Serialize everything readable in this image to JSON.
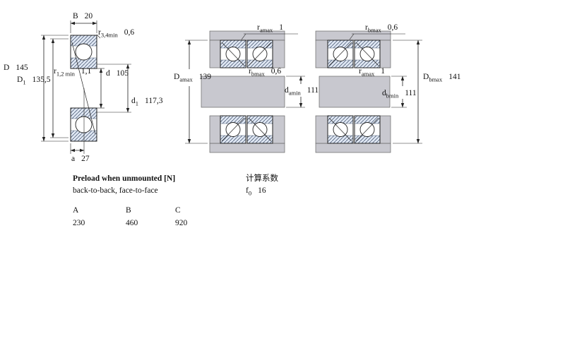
{
  "figure_bearing": {
    "dims": {
      "B": {
        "base": "B",
        "sub": "",
        "value": "20"
      },
      "r34": {
        "base": "r",
        "sub": "3,4min",
        "value": "0,6"
      },
      "D": {
        "base": "D",
        "sub": "",
        "value": "145"
      },
      "D1": {
        "base": "D",
        "sub": "1",
        "value": "135,5"
      },
      "r12": {
        "base": "r",
        "sub": "1,2 min",
        "value": "1,1"
      },
      "d": {
        "base": "d",
        "sub": "",
        "value": "105"
      },
      "d1": {
        "base": "d",
        "sub": "1",
        "value": "117,3"
      },
      "a": {
        "base": "a",
        "sub": "",
        "value": "27"
      }
    }
  },
  "figure_arrangement_left": {
    "dims": {
      "r_amax_top": {
        "base": "r",
        "sub": "amax",
        "value": "1"
      },
      "D_amax": {
        "base": "D",
        "sub": "amax",
        "value": "139"
      },
      "r_bmax": {
        "base": "r",
        "sub": "bmax",
        "value": "0,6"
      },
      "d_amin": {
        "base": "d",
        "sub": "amin",
        "value": "111"
      }
    }
  },
  "figure_arrangement_right": {
    "dims": {
      "r_bmax_top": {
        "base": "r",
        "sub": "bmax",
        "value": "0,6"
      },
      "r_amax": {
        "base": "r",
        "sub": "amax",
        "value": "1"
      },
      "D_bmax": {
        "base": "D",
        "sub": "bmax",
        "value": "141"
      },
      "d_bmin": {
        "base": "d",
        "sub": "bmin",
        "value": "111"
      }
    }
  },
  "preload": {
    "title": "Preload when unmounted [N]",
    "subtitle": "back-to-back, face-to-face",
    "table": {
      "headers": [
        "A",
        "B",
        "C"
      ],
      "values": [
        "230",
        "460",
        "920"
      ]
    }
  },
  "calculation": {
    "title": "计算系数",
    "f0": {
      "base": "f",
      "sub": "0",
      "value": "16"
    }
  },
  "colors": {
    "housing_gray": "#c8c8cf",
    "ring_tint": "#dfe7f3",
    "line": "#222222"
  }
}
